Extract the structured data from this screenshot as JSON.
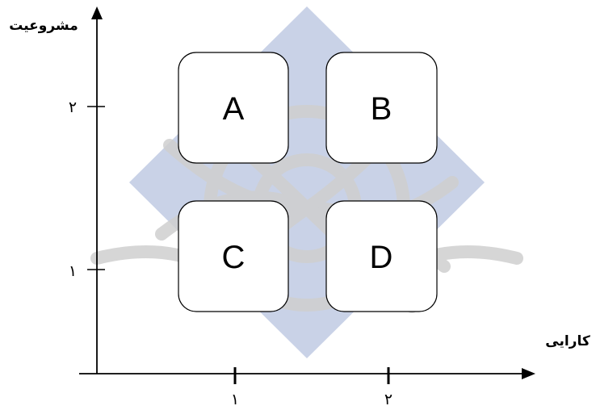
{
  "axes": {
    "y_title": "مشروعیت",
    "x_title": "کارایی",
    "y_ticks": [
      "۲",
      "۱"
    ],
    "x_ticks": [
      "۱",
      "۲"
    ]
  },
  "quadrants": [
    {
      "label": "A"
    },
    {
      "label": "B"
    },
    {
      "label": "C"
    },
    {
      "label": "D"
    }
  ],
  "colors": {
    "axis": "#000000",
    "watermark_blue": "#b7c3df",
    "watermark_gray": "#d3d3d3"
  },
  "watermark": {
    "icon": "university-emblem-watermark"
  }
}
